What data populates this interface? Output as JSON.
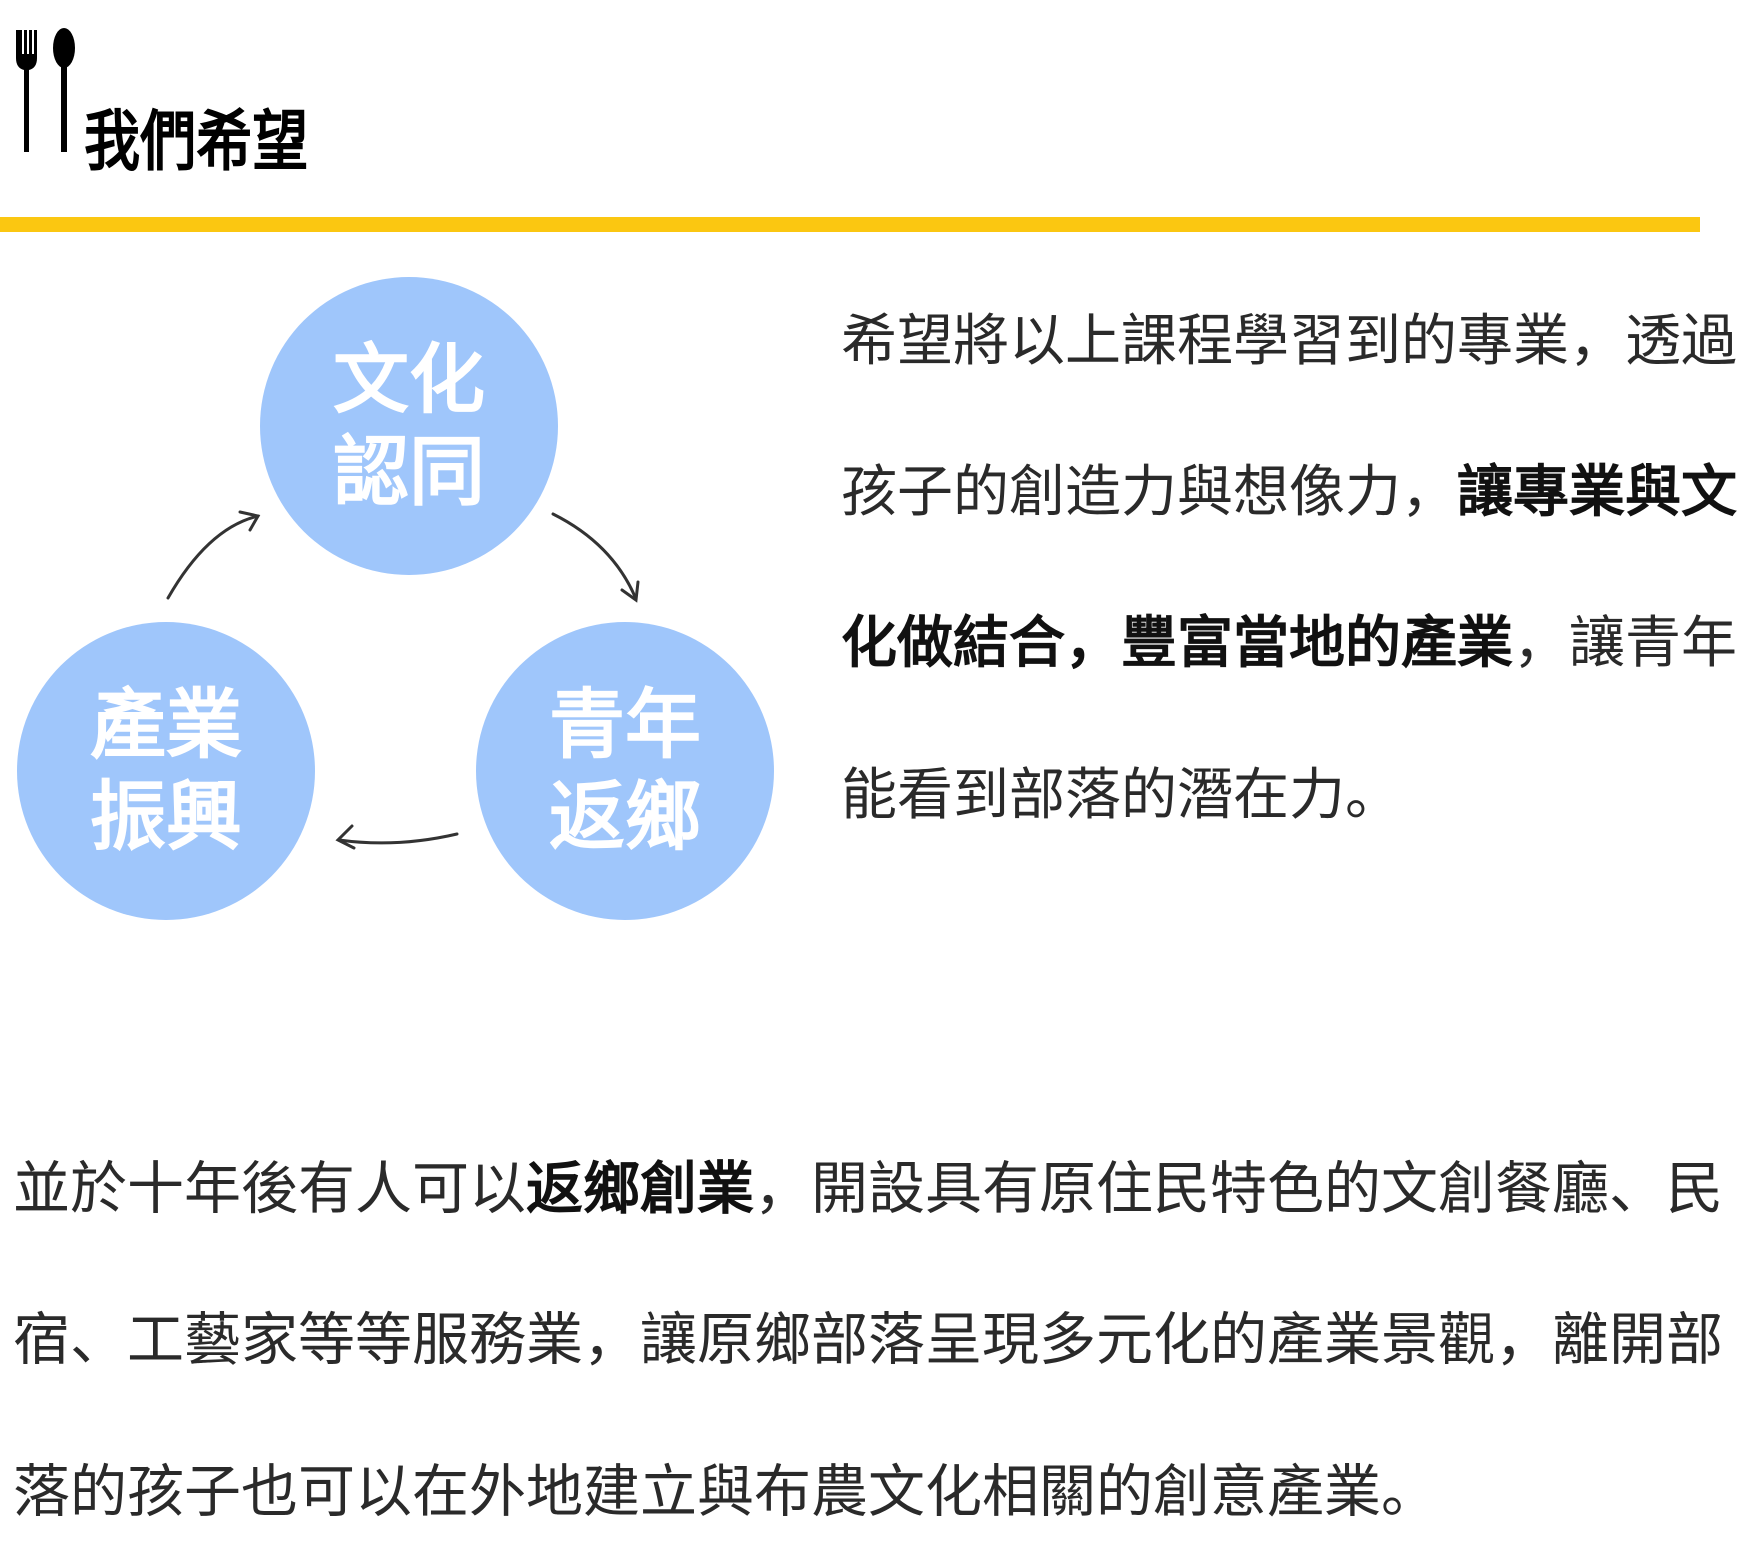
{
  "header": {
    "title": "我們希望",
    "icon": "fork-spoon-icon"
  },
  "accent_color": "#fbc711",
  "cycle": [
    {
      "l1": "文化",
      "l2": "認同"
    },
    {
      "l1": "青年",
      "l2": "返鄉"
    },
    {
      "l1": "產業",
      "l2": "振興"
    }
  ],
  "right_text": {
    "line1": "希望將以上課程學習到的專業，透過",
    "line2a": "孩子的創造力與想像力，",
    "line2b": "讓專業與文",
    "line3a": "化做結合，豐富當地的產業",
    "line3b": "，讓青年",
    "line4": "能看到部落的潛在力。"
  },
  "bottom_text": {
    "line1a": "並於十年後有人可以",
    "line1b": "返鄉創業",
    "line1c": "，開設具有原住民特色的文創餐廳、民",
    "line2": "宿、工藝家等等服務業，讓原鄉部落呈現多元化的產業景觀，離開部",
    "line3": "落的孩子也可以在外地建立與布農文化相關的創意產業。"
  }
}
